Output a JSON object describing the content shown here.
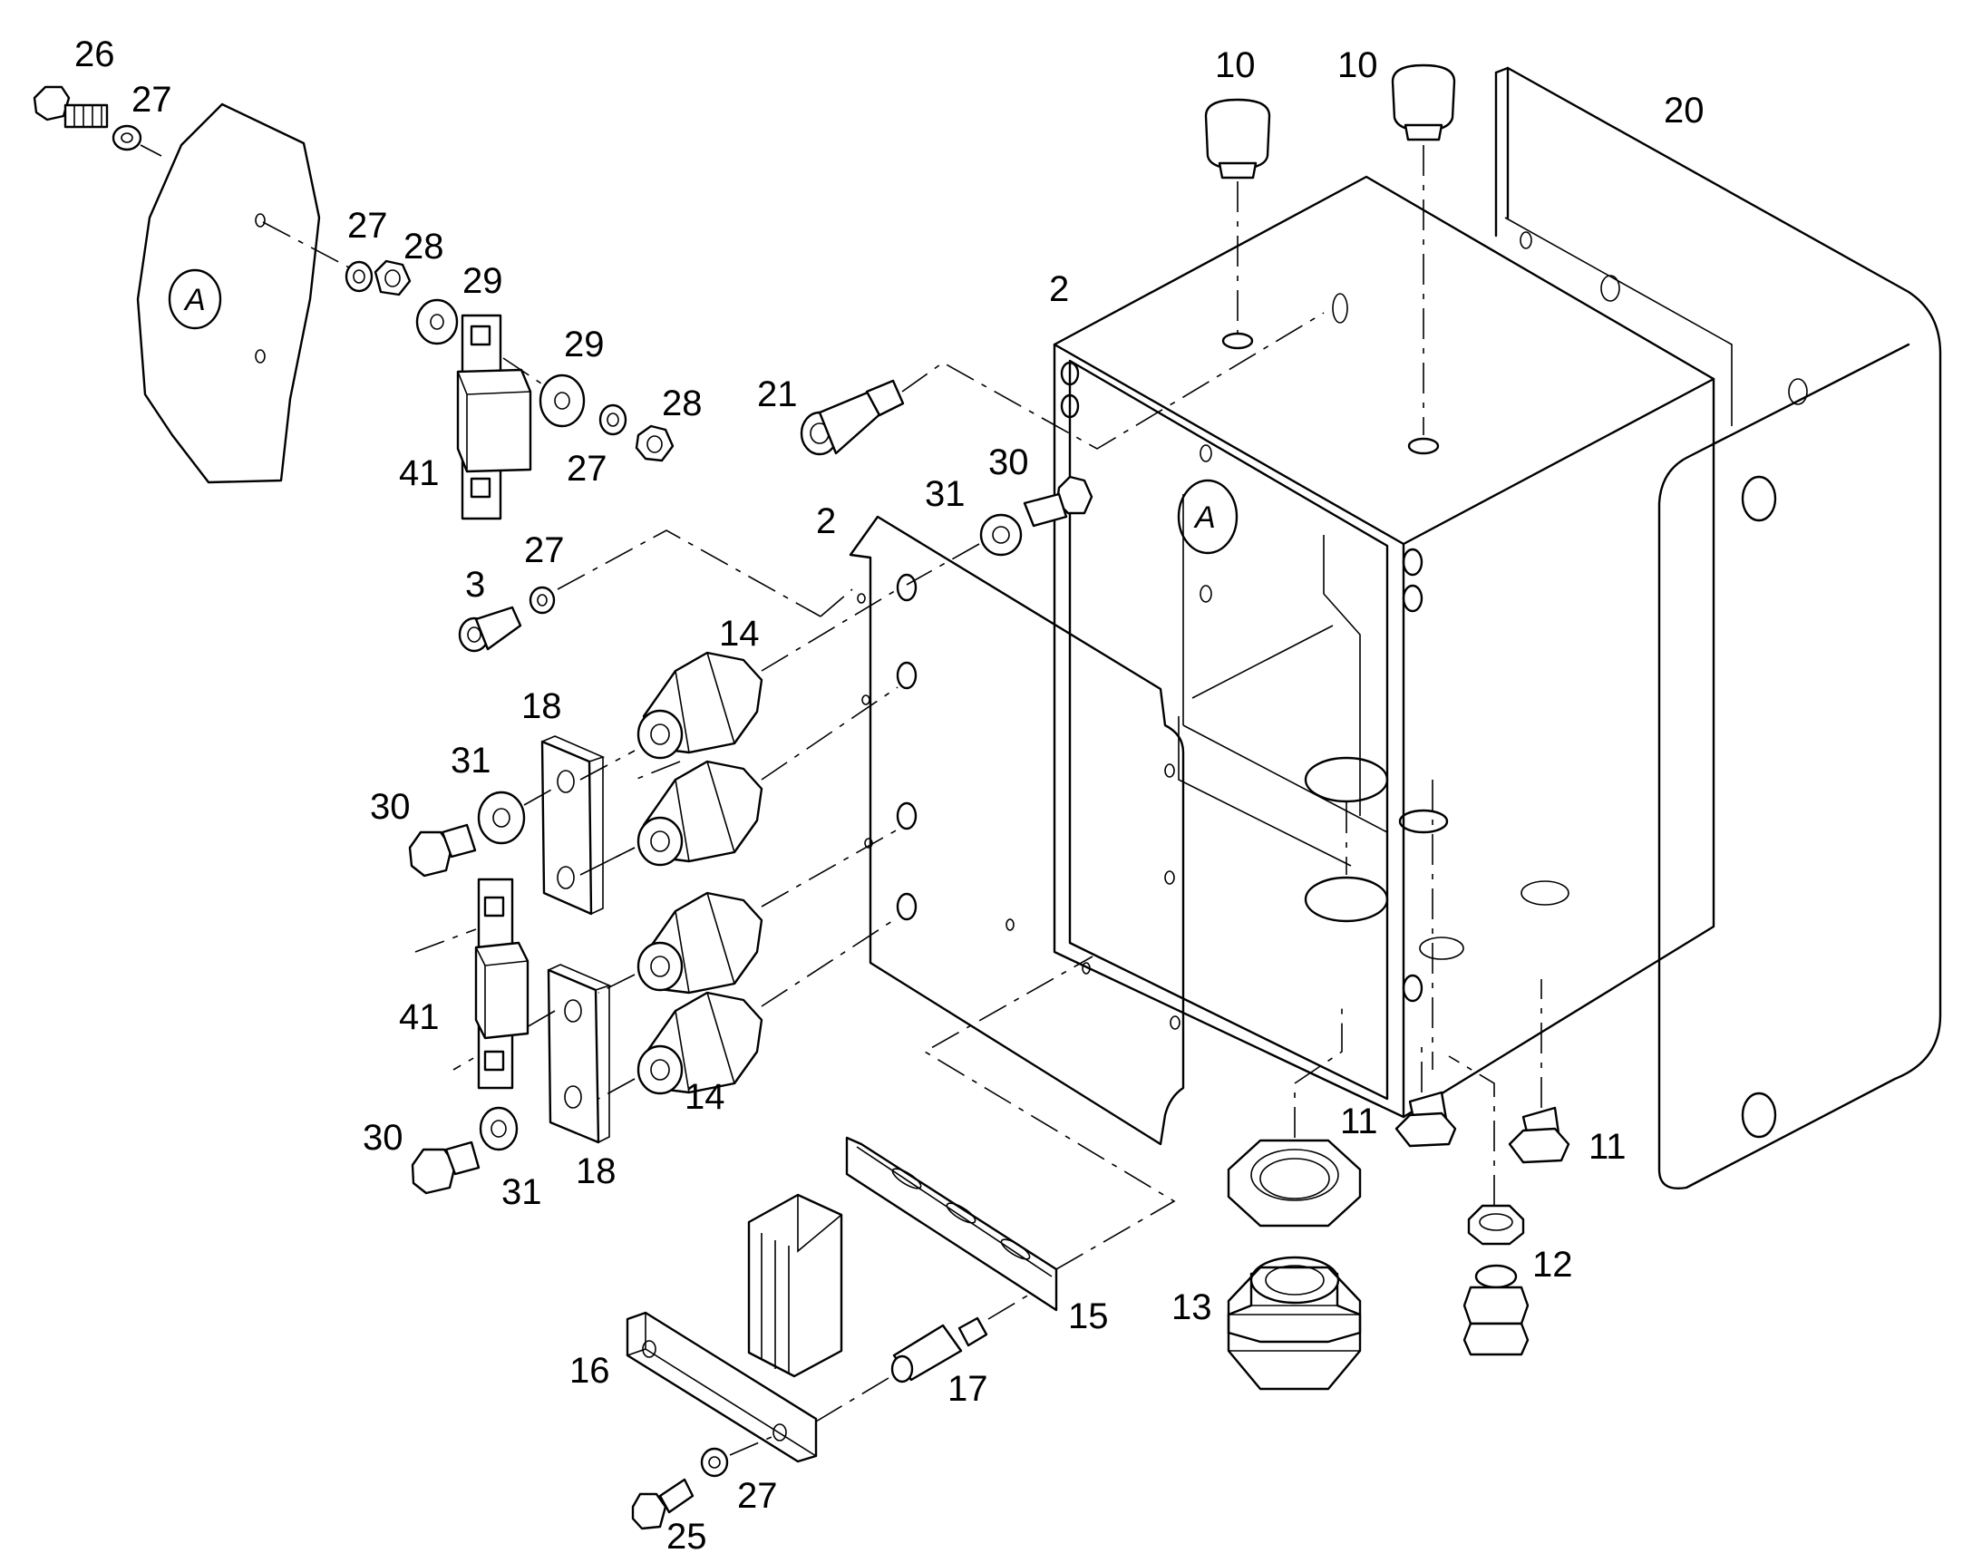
{
  "detail_marker": "A",
  "labels": [
    "26",
    "27",
    "27",
    "28",
    "29",
    "29",
    "27",
    "28",
    "41",
    "21",
    "2",
    "10",
    "10",
    "20",
    "30",
    "31",
    "2",
    "3",
    "27",
    "14",
    "18",
    "31",
    "30",
    "41",
    "14",
    "30",
    "31",
    "18",
    "15",
    "16",
    "17",
    "25",
    "27",
    "13",
    "11",
    "11",
    "12"
  ]
}
